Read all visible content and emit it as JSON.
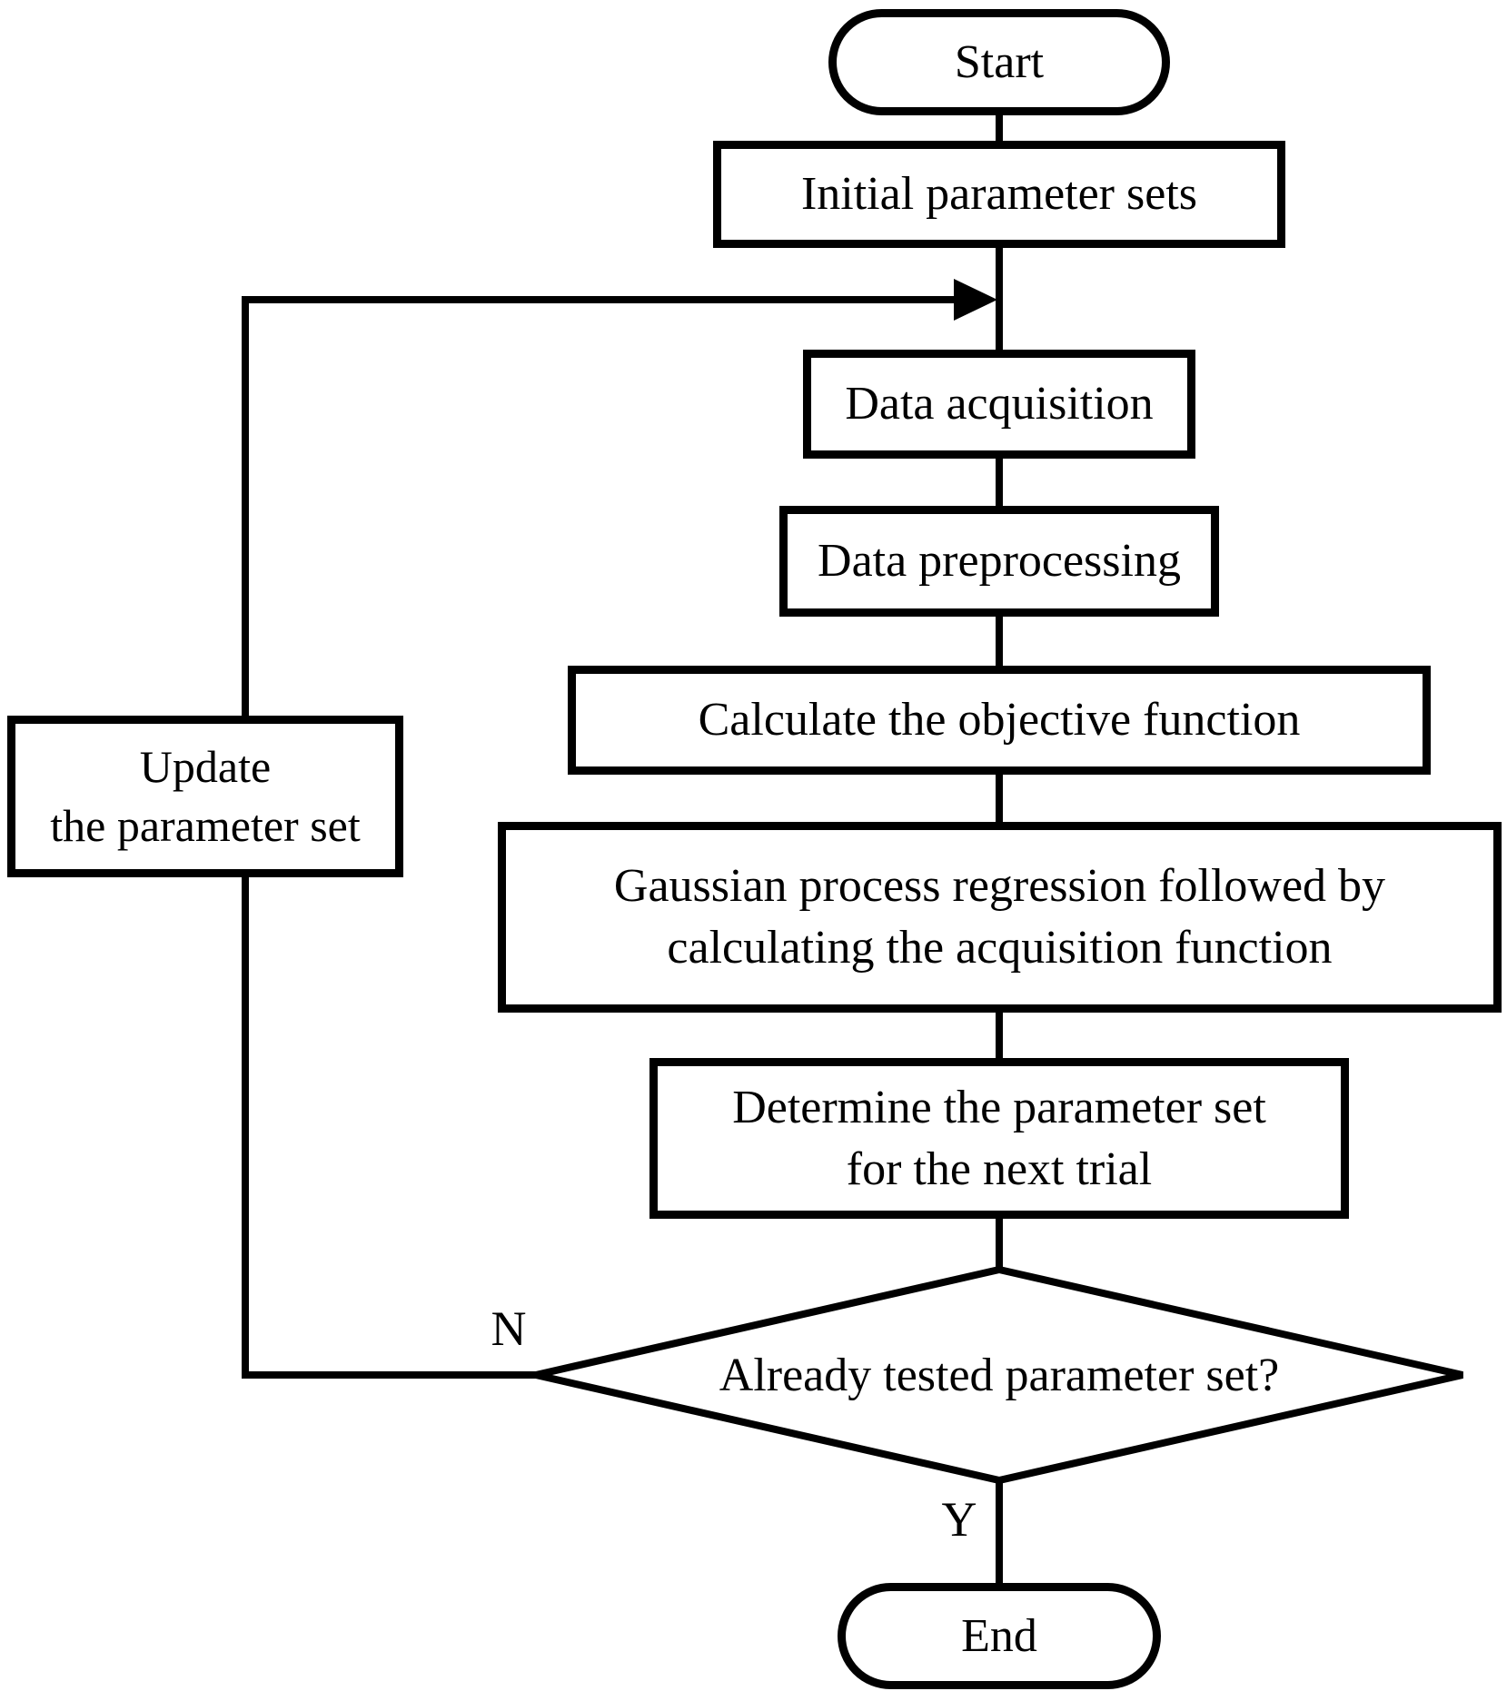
{
  "colors": {
    "line": "#000000",
    "text": "#000000",
    "background": "#ffffff"
  },
  "nodes": {
    "start": {
      "type": "terminator",
      "label": "Start"
    },
    "initial": {
      "type": "process",
      "label": "Initial parameter sets"
    },
    "acquisition": {
      "type": "process",
      "label": "Data acquisition"
    },
    "preprocessing": {
      "type": "process",
      "label": "Data preprocessing"
    },
    "objective": {
      "type": "process",
      "label": "Calculate the objective function"
    },
    "gaussian": {
      "type": "process",
      "label": "Gaussian process regression followed by\ncalculating the acquisition function"
    },
    "determine": {
      "type": "process",
      "label": "Determine the parameter set\nfor the next trial"
    },
    "decision": {
      "type": "decision",
      "label": "Already tested parameter set?"
    },
    "update": {
      "type": "process",
      "label": "Update\nthe parameter set"
    },
    "end": {
      "type": "terminator",
      "label": "End"
    }
  },
  "branch_labels": {
    "no": "N",
    "yes": "Y"
  },
  "flow": [
    {
      "from": "start",
      "to": "initial"
    },
    {
      "from": "initial",
      "to": "acquisition"
    },
    {
      "from": "acquisition",
      "to": "preprocessing"
    },
    {
      "from": "preprocessing",
      "to": "objective"
    },
    {
      "from": "objective",
      "to": "gaussian"
    },
    {
      "from": "gaussian",
      "to": "determine"
    },
    {
      "from": "determine",
      "to": "decision"
    },
    {
      "from": "decision",
      "to": "update",
      "label": "N"
    },
    {
      "from": "update",
      "to": "acquisition"
    },
    {
      "from": "decision",
      "to": "end",
      "label": "Y"
    }
  ]
}
